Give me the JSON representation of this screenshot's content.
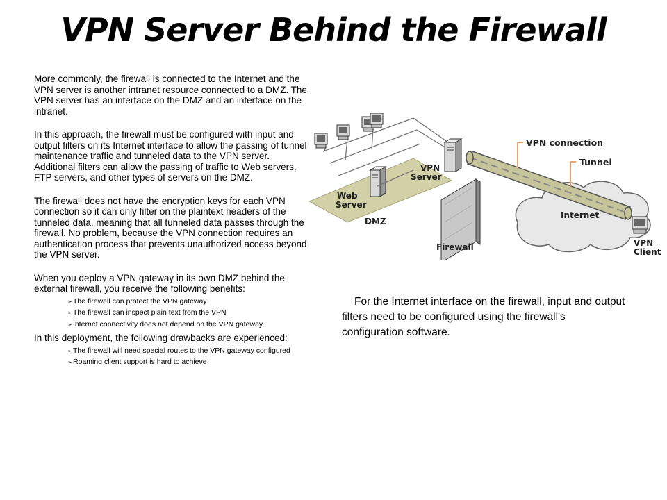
{
  "title": "VPN Server Behind the Firewall",
  "paragraphs": [
    "More commonly, the firewall is connected  to the Internet and the VPN server is another intranet resource connected  to a DMZ. The VPN server has an interface on the DMZ and an interface on the intranet.",
    "In this approach, the firewall must be configured with input and output filters on its Internet interface to allow the passing of tunnel maintenance traffic and tunneled data to the VPN server. Additional filters can allow the passing of traffic to Web servers, FTP servers, and other types of servers on the DMZ.",
    "The firewall does not have the encryption keys for each VPN connection so it can only filter on the plaintext headers of the tunneled data, meaning that all tunneled data passes through the firewall. No problem, because the VPN connection requires an authentication process that prevents unauthorized access beyond the VPN server.",
    "When you deploy a VPN gateway in its own DMZ behind the external firewall, you receive the following benefits:",
    "In this deployment, the following drawbacks are experienced:"
  ],
  "benefits": [
    "The firewall can protect the VPN gateway",
    "The firewall can inspect plain text from the VPN",
    "Internet connectivity does not depend on the VPN gateway"
  ],
  "drawbacks": [
    "The firewall will need special routes to the VPN gateway configured",
    "Roaming client support is hard to achieve"
  ],
  "bullet_symbol": "➢",
  "diagram": {
    "labels": {
      "vpn_connection": "VPN connection",
      "tunnel": "Tunnel",
      "vpn_server_1": "VPN",
      "vpn_server_2": "Server",
      "web_server_1": "Web",
      "web_server_2": "Server",
      "dmz": "DMZ",
      "internet": "Internet",
      "firewall": "Firewall",
      "vpn_client_1": "VPN",
      "vpn_client_2": "Client"
    },
    "colors": {
      "dmz_plane": "#d2d0a6",
      "tunnel": "#c6c49a",
      "callout": "#e8a070",
      "cloud": "#e8e8e8",
      "device": "#d8d8d8"
    }
  },
  "caption": "For the Internet interface on the firewall, input and output filters need to be configured using the firewall's configuration software."
}
